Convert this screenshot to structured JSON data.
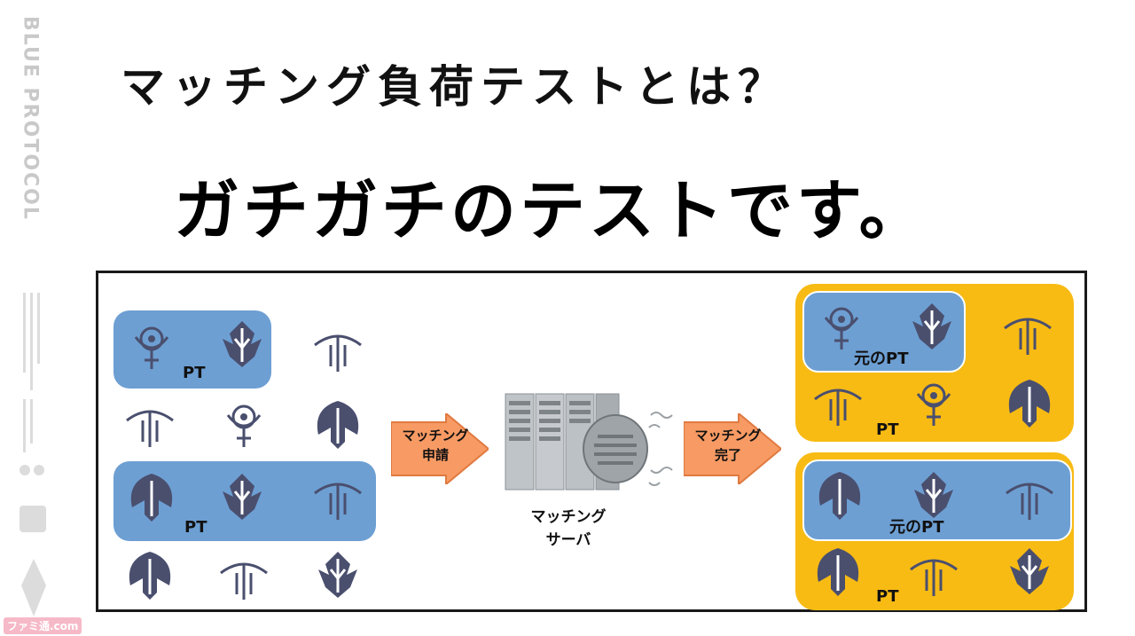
{
  "slide": {
    "title": "マッチング負荷テストとは？",
    "headline": "ガチガチのテストです。"
  },
  "sidebar": {
    "logo_text": "BLUE PROTOCOL"
  },
  "diagram": {
    "pt_label": "PT",
    "orig_pt_label": "元のPT",
    "arrow_request": [
      "マッチング",
      "申請"
    ],
    "arrow_complete": [
      "マッチング",
      "完了"
    ],
    "server_label": [
      "マッチング",
      "サーバ"
    ]
  },
  "watermark": {
    "text": "ファミ通.com"
  },
  "colors": {
    "party_blue": "#6d9fd3",
    "party_yellow": "#f8bb14",
    "arrow_orange": "#f79a63",
    "emblem_dark": "#4a4f6e"
  },
  "icons": {
    "class_a": "crossbow-emblem-icon",
    "class_b": "leaf-shield-emblem-icon",
    "class_c": "axe-emblem-icon",
    "class_d": "compass-staff-emblem-icon"
  }
}
